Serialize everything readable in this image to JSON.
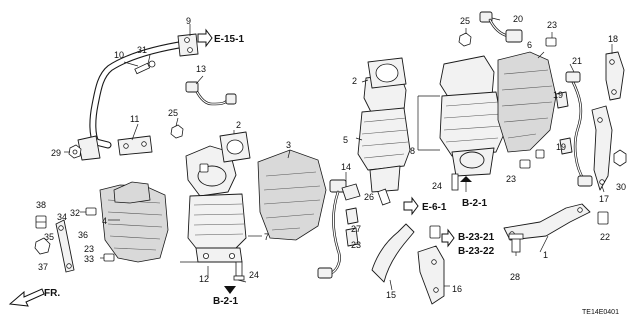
{
  "diagram_code": "TE14E0401",
  "front_marker": "FR.",
  "references": {
    "e_15_1": "E-15-1",
    "e_6_1": "E-6-1",
    "b_2_1_right": "B-2-1",
    "b_2_1_bottom": "B-2-1",
    "b_23_21": "B-23-21",
    "b_23_22": "B-23-22"
  },
  "callouts": {
    "n1": "1",
    "n2": "2",
    "n3": "3",
    "n4": "4",
    "n5": "5",
    "n6": "6",
    "n7": "7",
    "n8": "8",
    "n9": "9",
    "n10": "10",
    "n11": "11",
    "n12": "12",
    "n13": "13",
    "n14": "14",
    "n15": "15",
    "n16": "16",
    "n17": "17",
    "n18": "18",
    "n19a": "19",
    "n19b": "19",
    "n20": "20",
    "n21": "21",
    "n22": "22",
    "n23a": "23",
    "n23b": "23",
    "n23c": "23",
    "n23d": "23",
    "n24a": "24",
    "n24b": "24",
    "n25a": "25",
    "n25b": "25",
    "n26": "26",
    "n27": "27",
    "n28": "28",
    "n29": "29",
    "n30": "30",
    "n31": "31",
    "n32": "32",
    "n33": "33",
    "n34": "34",
    "n35": "35",
    "n36": "36",
    "n37": "37",
    "n38": "38"
  }
}
